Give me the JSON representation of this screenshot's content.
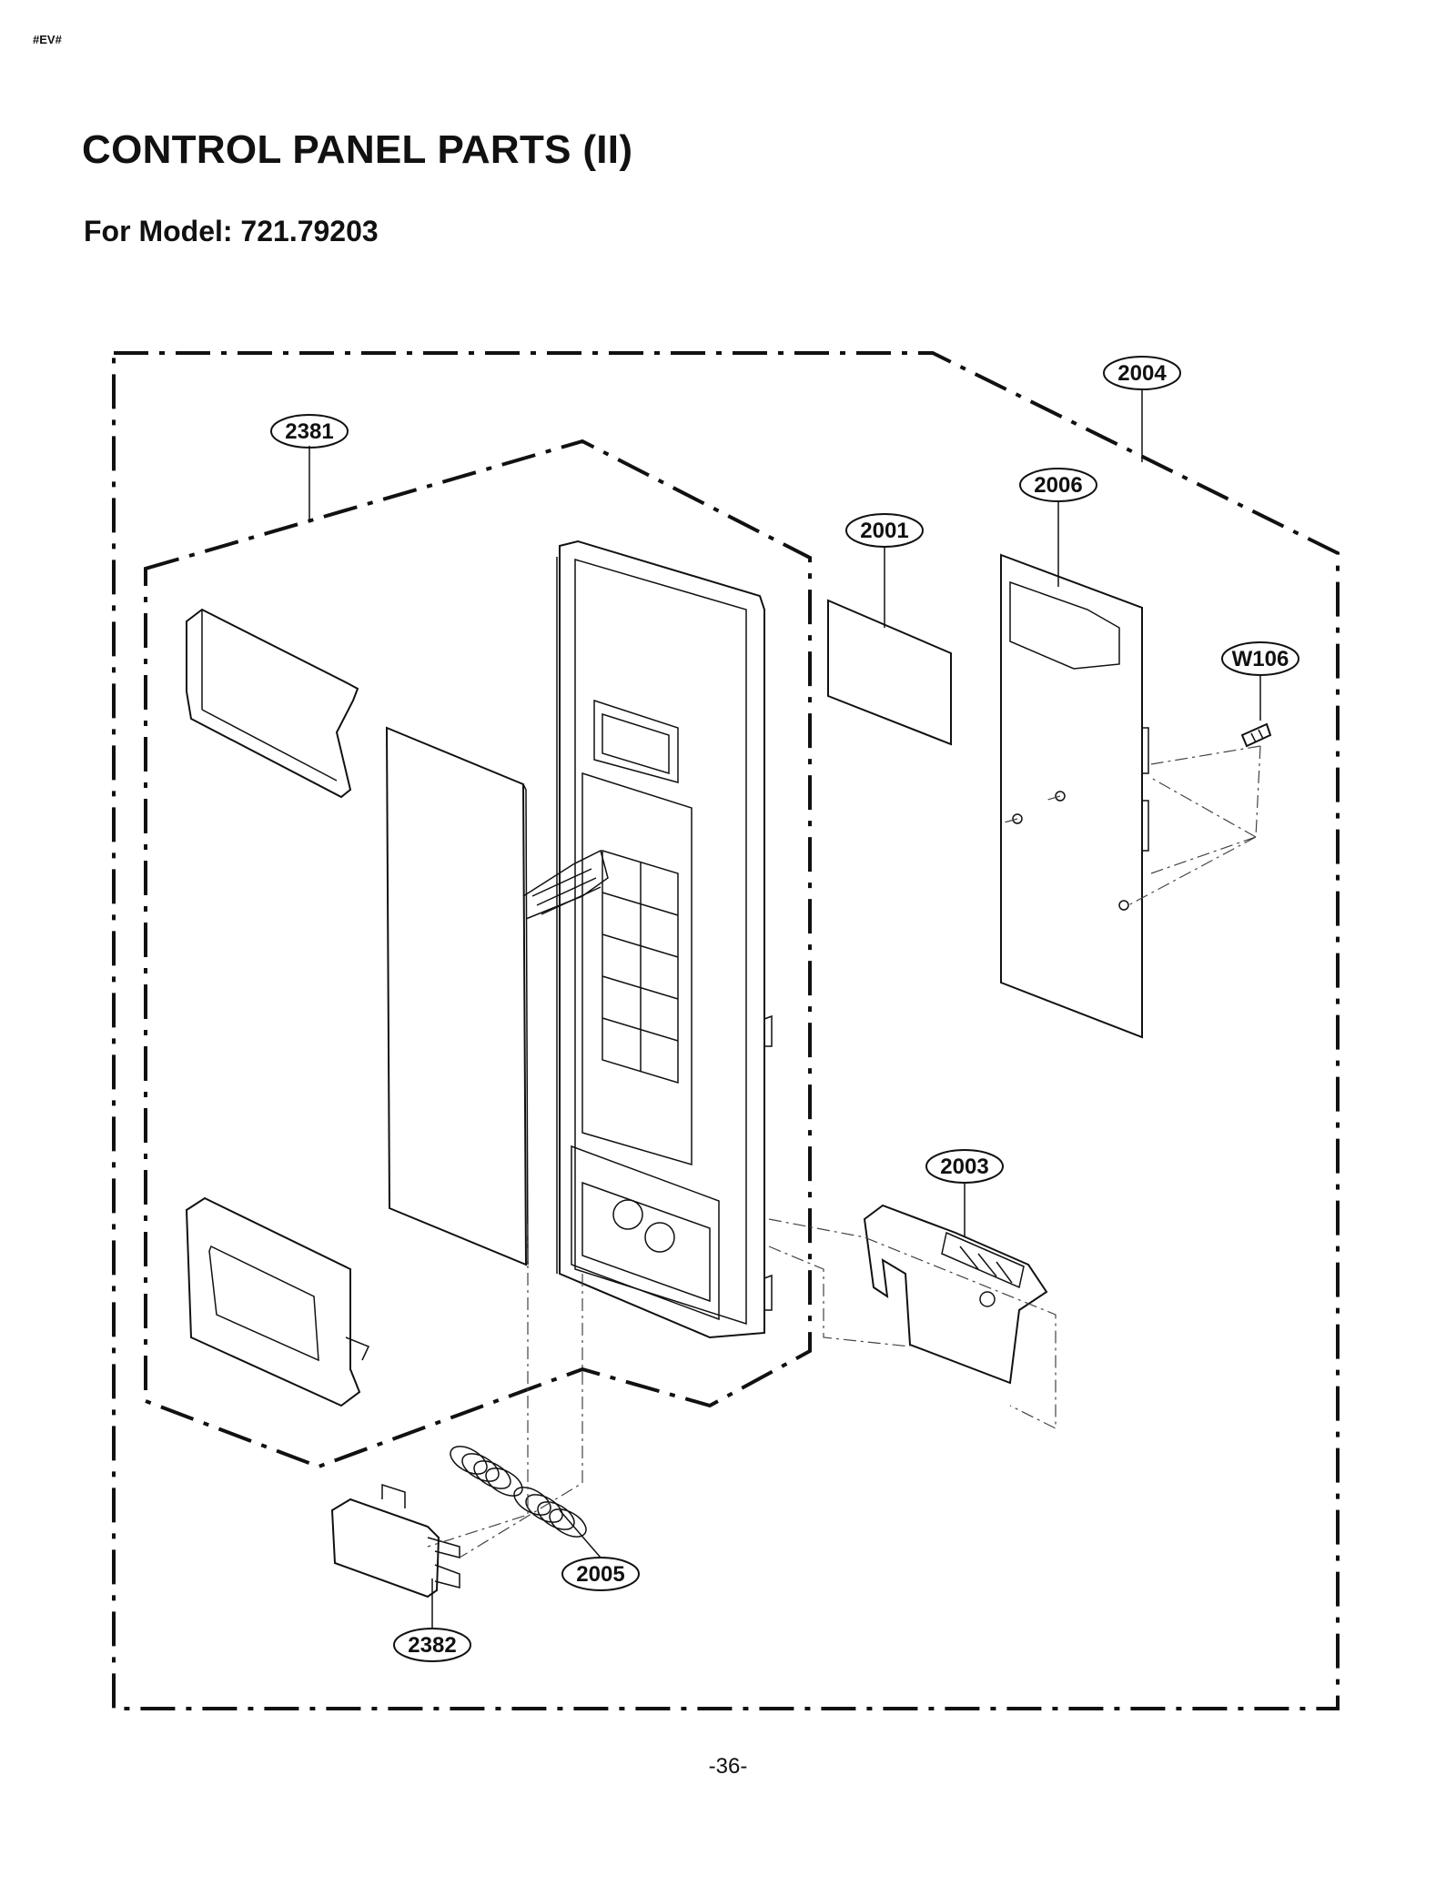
{
  "header": {
    "corner_tag": "#EV#",
    "title": "CONTROL PANEL PARTS (II)",
    "model_line": "For Model:  721.79203"
  },
  "callouts": [
    {
      "id": "2004",
      "label": "2004"
    },
    {
      "id": "2381",
      "label": "2381"
    },
    {
      "id": "2006",
      "label": "2006"
    },
    {
      "id": "2001",
      "label": "2001"
    },
    {
      "id": "W106",
      "label": "W106"
    },
    {
      "id": "2003",
      "label": "2003"
    },
    {
      "id": "2005",
      "label": "2005"
    },
    {
      "id": "2382",
      "label": "2382"
    }
  ],
  "footer": {
    "page_number": "-36-"
  }
}
